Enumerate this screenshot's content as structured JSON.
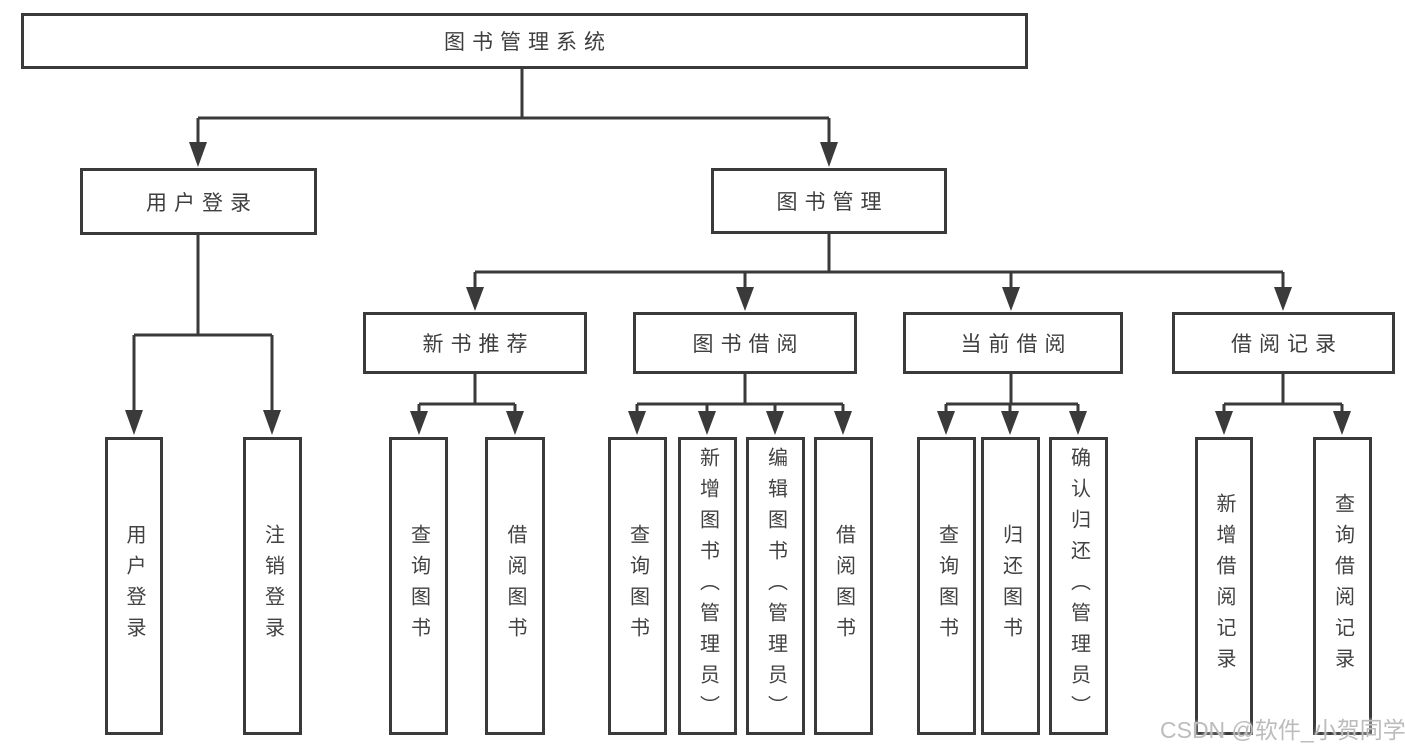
{
  "diagram": {
    "root": {
      "label": "图书管理系统"
    },
    "branches": [
      {
        "label": "用户登录",
        "children": [
          {
            "label": "用户登录"
          },
          {
            "label": "注销登录"
          }
        ]
      },
      {
        "label": "图书管理",
        "children": [
          {
            "label": "新书推荐",
            "children": [
              {
                "label": "查询图书"
              },
              {
                "label": "借阅图书"
              }
            ]
          },
          {
            "label": "图书借阅",
            "children": [
              {
                "label": "查询图书"
              },
              {
                "label": "新增图书（管理员）"
              },
              {
                "label": "编辑图书（管理员）"
              },
              {
                "label": "借阅图书"
              }
            ]
          },
          {
            "label": "当前借阅",
            "children": [
              {
                "label": "查询图书"
              },
              {
                "label": "归还图书"
              },
              {
                "label": "确认归还（管理员）"
              }
            ]
          },
          {
            "label": "借阅记录",
            "children": [
              {
                "label": "新增借阅记录"
              },
              {
                "label": "查询借阅记录"
              }
            ]
          }
        ]
      }
    ]
  },
  "colors": {
    "line": "#3a3a3a",
    "box_border": "#3a3a3a",
    "box_fill": "#ffffff",
    "text": "#3e3e3e",
    "watermark": "#bcbcbc"
  },
  "watermark": {
    "text": "CSDN @软件_小贺同学"
  }
}
